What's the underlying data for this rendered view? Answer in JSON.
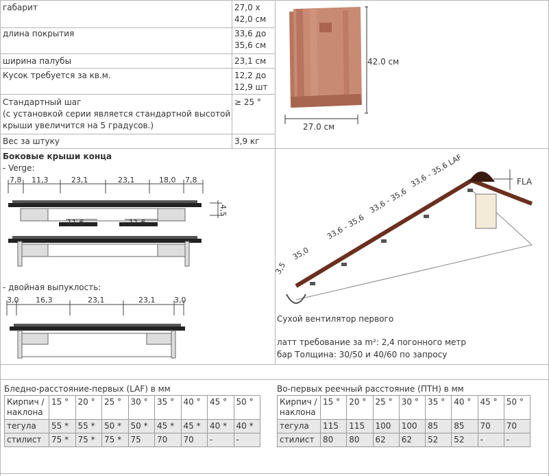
{
  "specs": [
    {
      "label": "габарит",
      "value_line1": "27,0 х",
      "value_line2": "42,0 см"
    },
    {
      "label": "длина покрытия",
      "value_line1": "33,6 до",
      "value_line2": "35,6 см"
    },
    {
      "label": "ширина палубы",
      "value_line1": "23,1 см",
      "value_line2": ""
    },
    {
      "label": "Кусок требуется за кв.м.",
      "value_line1": "12,2 до",
      "value_line2": "12,9 шт"
    },
    {
      "label": "Стандартный шаг",
      "label_line2": "(с установкой серии является стандартной высотой",
      "label_line3": "крыши увеличится на 5 градусов.)",
      "value_line1": "≥ 25 °",
      "value_line2": ""
    },
    {
      "label": "Вес за штуку",
      "value_line1": "3,9 кг",
      "value_line2": ""
    }
  ],
  "tile_image": {
    "height_label": "42.0 см",
    "width_label": "27.0 см",
    "color": "#c98a74"
  },
  "side_section": {
    "title": "Боковые крыши конца",
    "verge_label": "- Verge:",
    "verge_dims": [
      "7,8",
      "11,3",
      "23,1",
      "23,1",
      "18,0",
      "7,8"
    ],
    "verge_inner_dims": [
      "11,6",
      "11,6"
    ],
    "verge_height": "4,5",
    "double_label": "- двойная выпуклость:",
    "double_dims": [
      "3,0",
      "16,3",
      "23,1",
      "23,1",
      "3,0"
    ]
  },
  "roof_diagram": {
    "dims": [
      "3,5",
      "35,0",
      "33,6 - 35,6",
      "33,6 - 35,6",
      "33,6 - 35,6 LAF"
    ],
    "fla_label": "FLA",
    "text1": "Сухой вентилятор первого",
    "text2": "латт требование за m²: 2,4 погонного метр",
    "text3": "бар Толщина: 30/50 и 40/60 по запросу"
  },
  "laf_table": {
    "title": "Бледно-расстояние-первых (LAF) в мм",
    "header_label": "Кирпич / наклона",
    "angles": [
      "15 °",
      "20 °",
      "25 °",
      "30 °",
      "35 °",
      "40 °",
      "45 °",
      "50 °"
    ],
    "rows": [
      {
        "name": "тегула",
        "values": [
          "55 *",
          "55 *",
          "50 *",
          "50 *",
          "45 *",
          "45 *",
          "40 *",
          "40 *"
        ]
      },
      {
        "name": "стилист",
        "values": [
          "75 *",
          "75 *",
          "75 *",
          "75",
          "70",
          "70",
          "-",
          "-"
        ]
      }
    ]
  },
  "ptn_table": {
    "title": "Во-первых реечный расстояние (ПТН) в мм",
    "header_label": "Кирпич / наклона",
    "angles": [
      "15 °",
      "20 °",
      "25 °",
      "30 °",
      "35 °",
      "40 °",
      "45 °",
      "50 °"
    ],
    "rows": [
      {
        "name": "тегула",
        "values": [
          "115",
          "115",
          "100",
          "100",
          "85",
          "85",
          "70",
          "70"
        ]
      },
      {
        "name": "стилист",
        "values": [
          "80",
          "80",
          "62",
          "62",
          "52",
          "52",
          "-",
          "-"
        ]
      }
    ]
  }
}
